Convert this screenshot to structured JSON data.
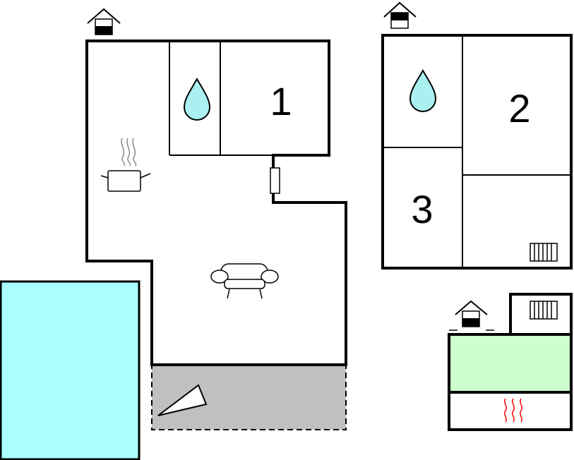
{
  "colors": {
    "wall": "#000000",
    "pool": "#aaffff",
    "water_drop": "#aaf0f0",
    "terrace": "#c0c0c0",
    "garden": "#ccffcc",
    "heat_waves": "#ff0000",
    "background": "#ffffff"
  },
  "rooms": {
    "bedroom_1": {
      "label": "1"
    },
    "bedroom_2": {
      "label": "2"
    },
    "bedroom_3": {
      "label": "3"
    }
  },
  "icons": {
    "entrance": "house-entrance-icon",
    "water": "water-drop-icon",
    "kitchen": "cooking-pot-icon",
    "living": "sofa-icon",
    "radiator": "radiator-icon",
    "sauna": "heat-waves-icon",
    "umbrella": "parasol-icon",
    "door": "door-icon"
  }
}
